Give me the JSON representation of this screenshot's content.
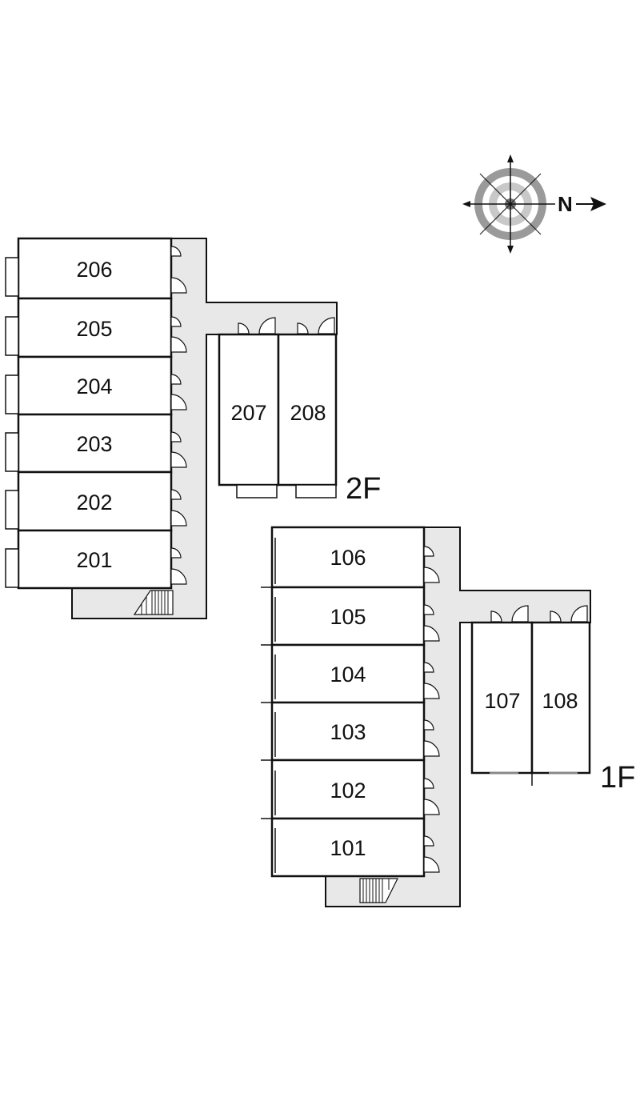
{
  "floors": {
    "second": {
      "label": "2F",
      "rooms": [
        "206",
        "205",
        "204",
        "203",
        "202",
        "201",
        "207",
        "208"
      ]
    },
    "first": {
      "label": "1F",
      "rooms": [
        "106",
        "105",
        "104",
        "103",
        "102",
        "101",
        "107",
        "108"
      ]
    }
  },
  "compass": {
    "label": "N",
    "icon": "north-arrow-compass-icon"
  },
  "colors": {
    "line": "#111111",
    "corridor": "#e8e8e8",
    "compass_outer": "#9a9a9a",
    "compass_inner": "#c8c8c8"
  }
}
